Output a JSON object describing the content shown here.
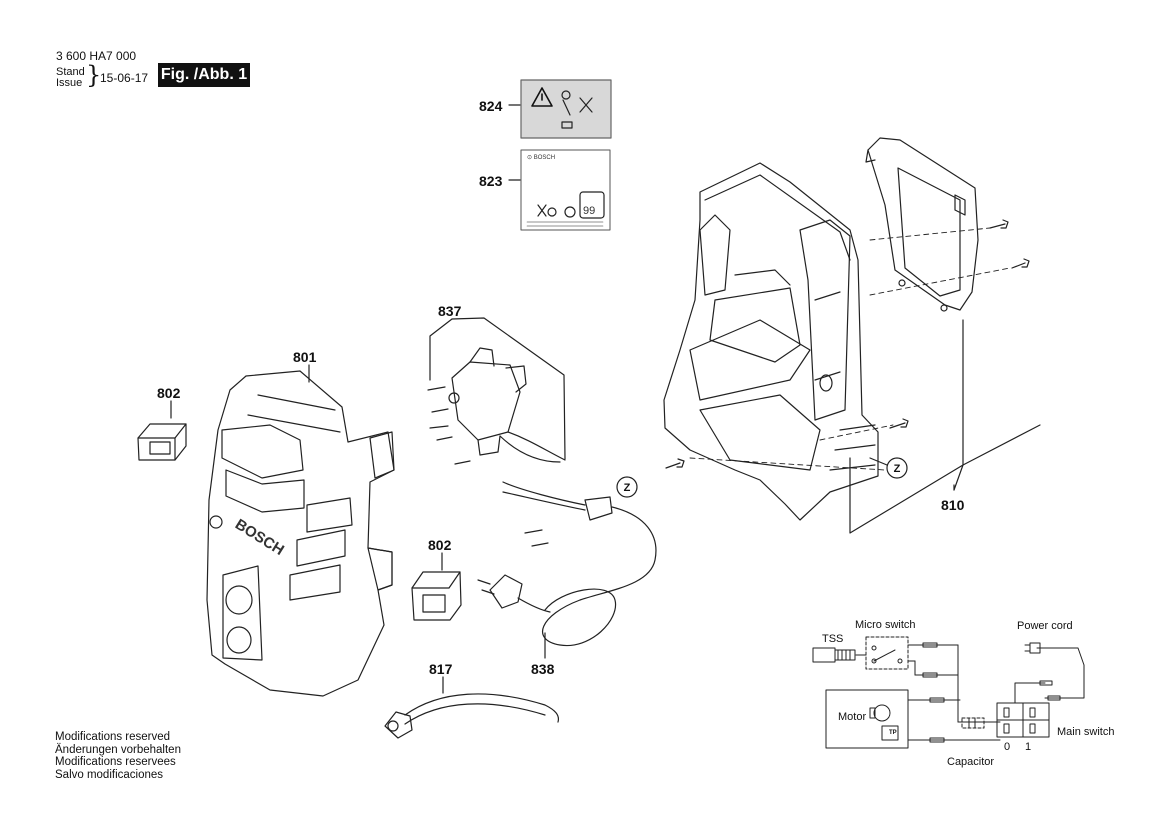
{
  "header": {
    "part_number": "3 600 HA7 000",
    "stand": "Stand",
    "issue": "Issue",
    "date": "15-06-17",
    "figure": "Fig. /Abb. 1"
  },
  "notes": [
    "Modifications reserved",
    "Änderungen vorbehalten",
    "Modifications reservees",
    "Salvo modificaciones"
  ],
  "parts": {
    "p801": "801",
    "p802a": "802",
    "p802b": "802",
    "p810": "810",
    "p817": "817",
    "p823": "823",
    "p824": "824",
    "p837": "837",
    "p838": "838"
  },
  "callouts": {
    "z1": "Z",
    "z2": "Z"
  },
  "labels": {
    "brand": "BOSCH",
    "brand_small": "⊙ BOSCH",
    "label_code": "99"
  },
  "schematic": {
    "tss": "TSS",
    "micro_switch": "Micro switch",
    "power_cord": "Power cord",
    "motor": "Motor",
    "tp": "TP",
    "main_switch": "Main switch",
    "capacitor": "Capacitor",
    "pos0": "0",
    "pos1": "1"
  }
}
